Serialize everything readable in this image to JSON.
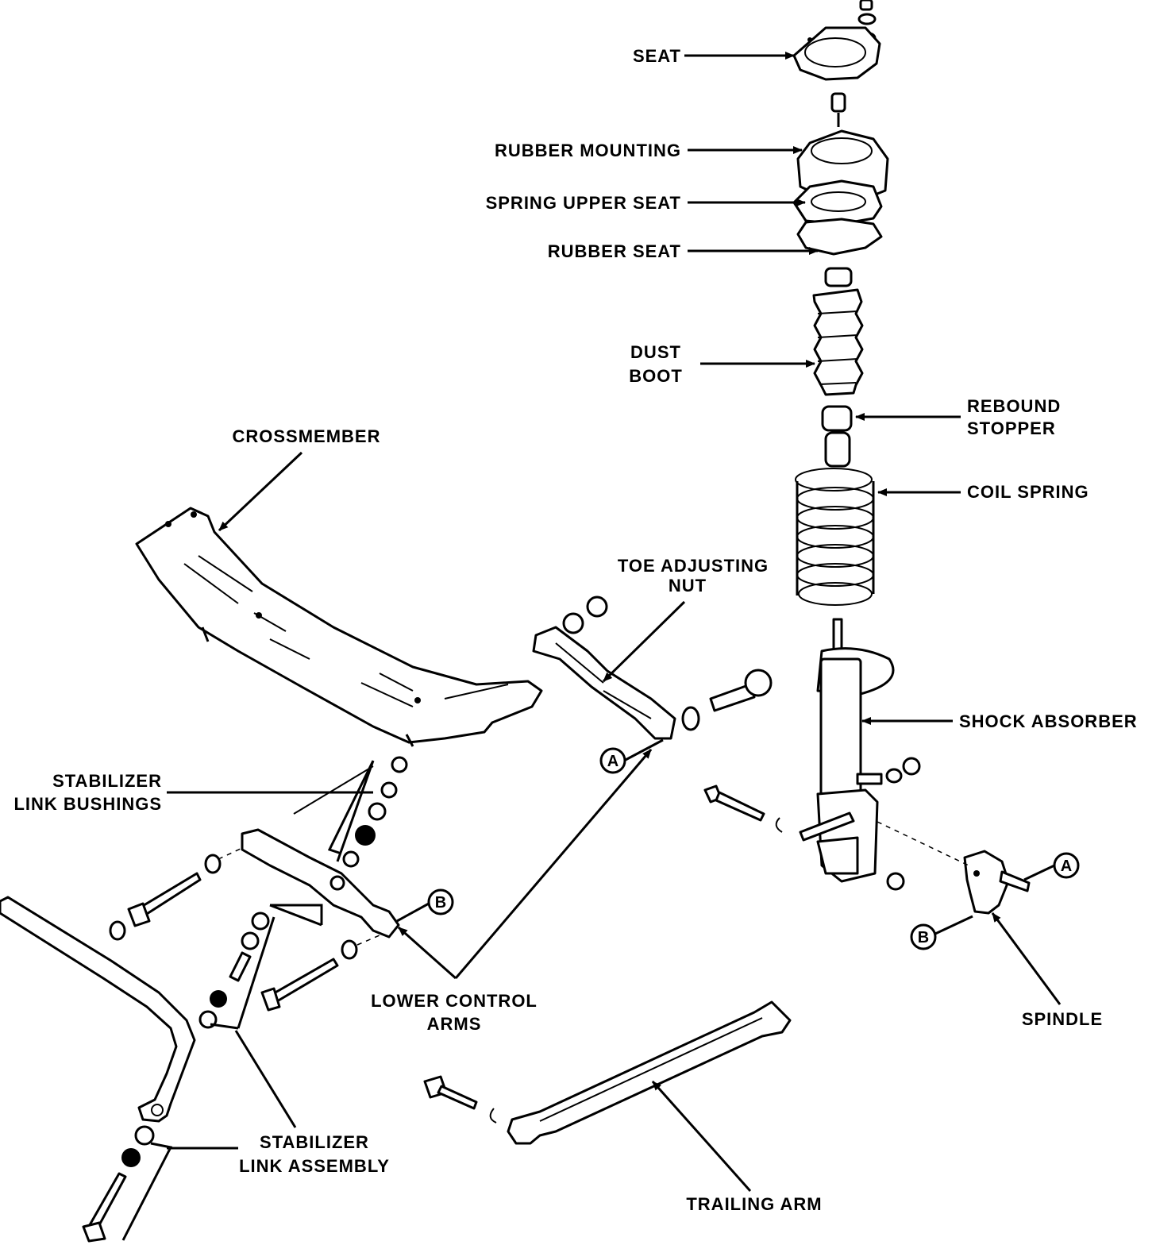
{
  "labels": {
    "seat": "SEAT",
    "rubber_mounting": "RUBBER MOUNTING",
    "spring_upper_seat": "SPRING UPPER SEAT",
    "rubber_seat": "RUBBER SEAT",
    "dust_boot_1": "DUST",
    "dust_boot_2": "BOOT",
    "rebound_stopper_1": "REBOUND",
    "rebound_stopper_2": "STOPPER",
    "coil_spring": "COIL SPRING",
    "crossmember": "CROSSMEMBER",
    "toe_adjusting_nut_1": "TOE ADJUSTING",
    "toe_adjusting_nut_2": "NUT",
    "shock_absorber": "SHOCK ABSORBER",
    "stabilizer_link_bushings_1": "STABILIZER",
    "stabilizer_link_bushings_2": "LINK BUSHINGS",
    "lower_control_arms_1": "LOWER CONTROL",
    "lower_control_arms_2": "ARMS",
    "spindle": "SPINDLE",
    "stabilizer_link_assembly_1": "STABILIZER",
    "stabilizer_link_assembly_2": "LINK ASSEMBLY",
    "trailing_arm": "TRAILING ARM"
  },
  "callouts": {
    "a": "A",
    "b": "B"
  }
}
